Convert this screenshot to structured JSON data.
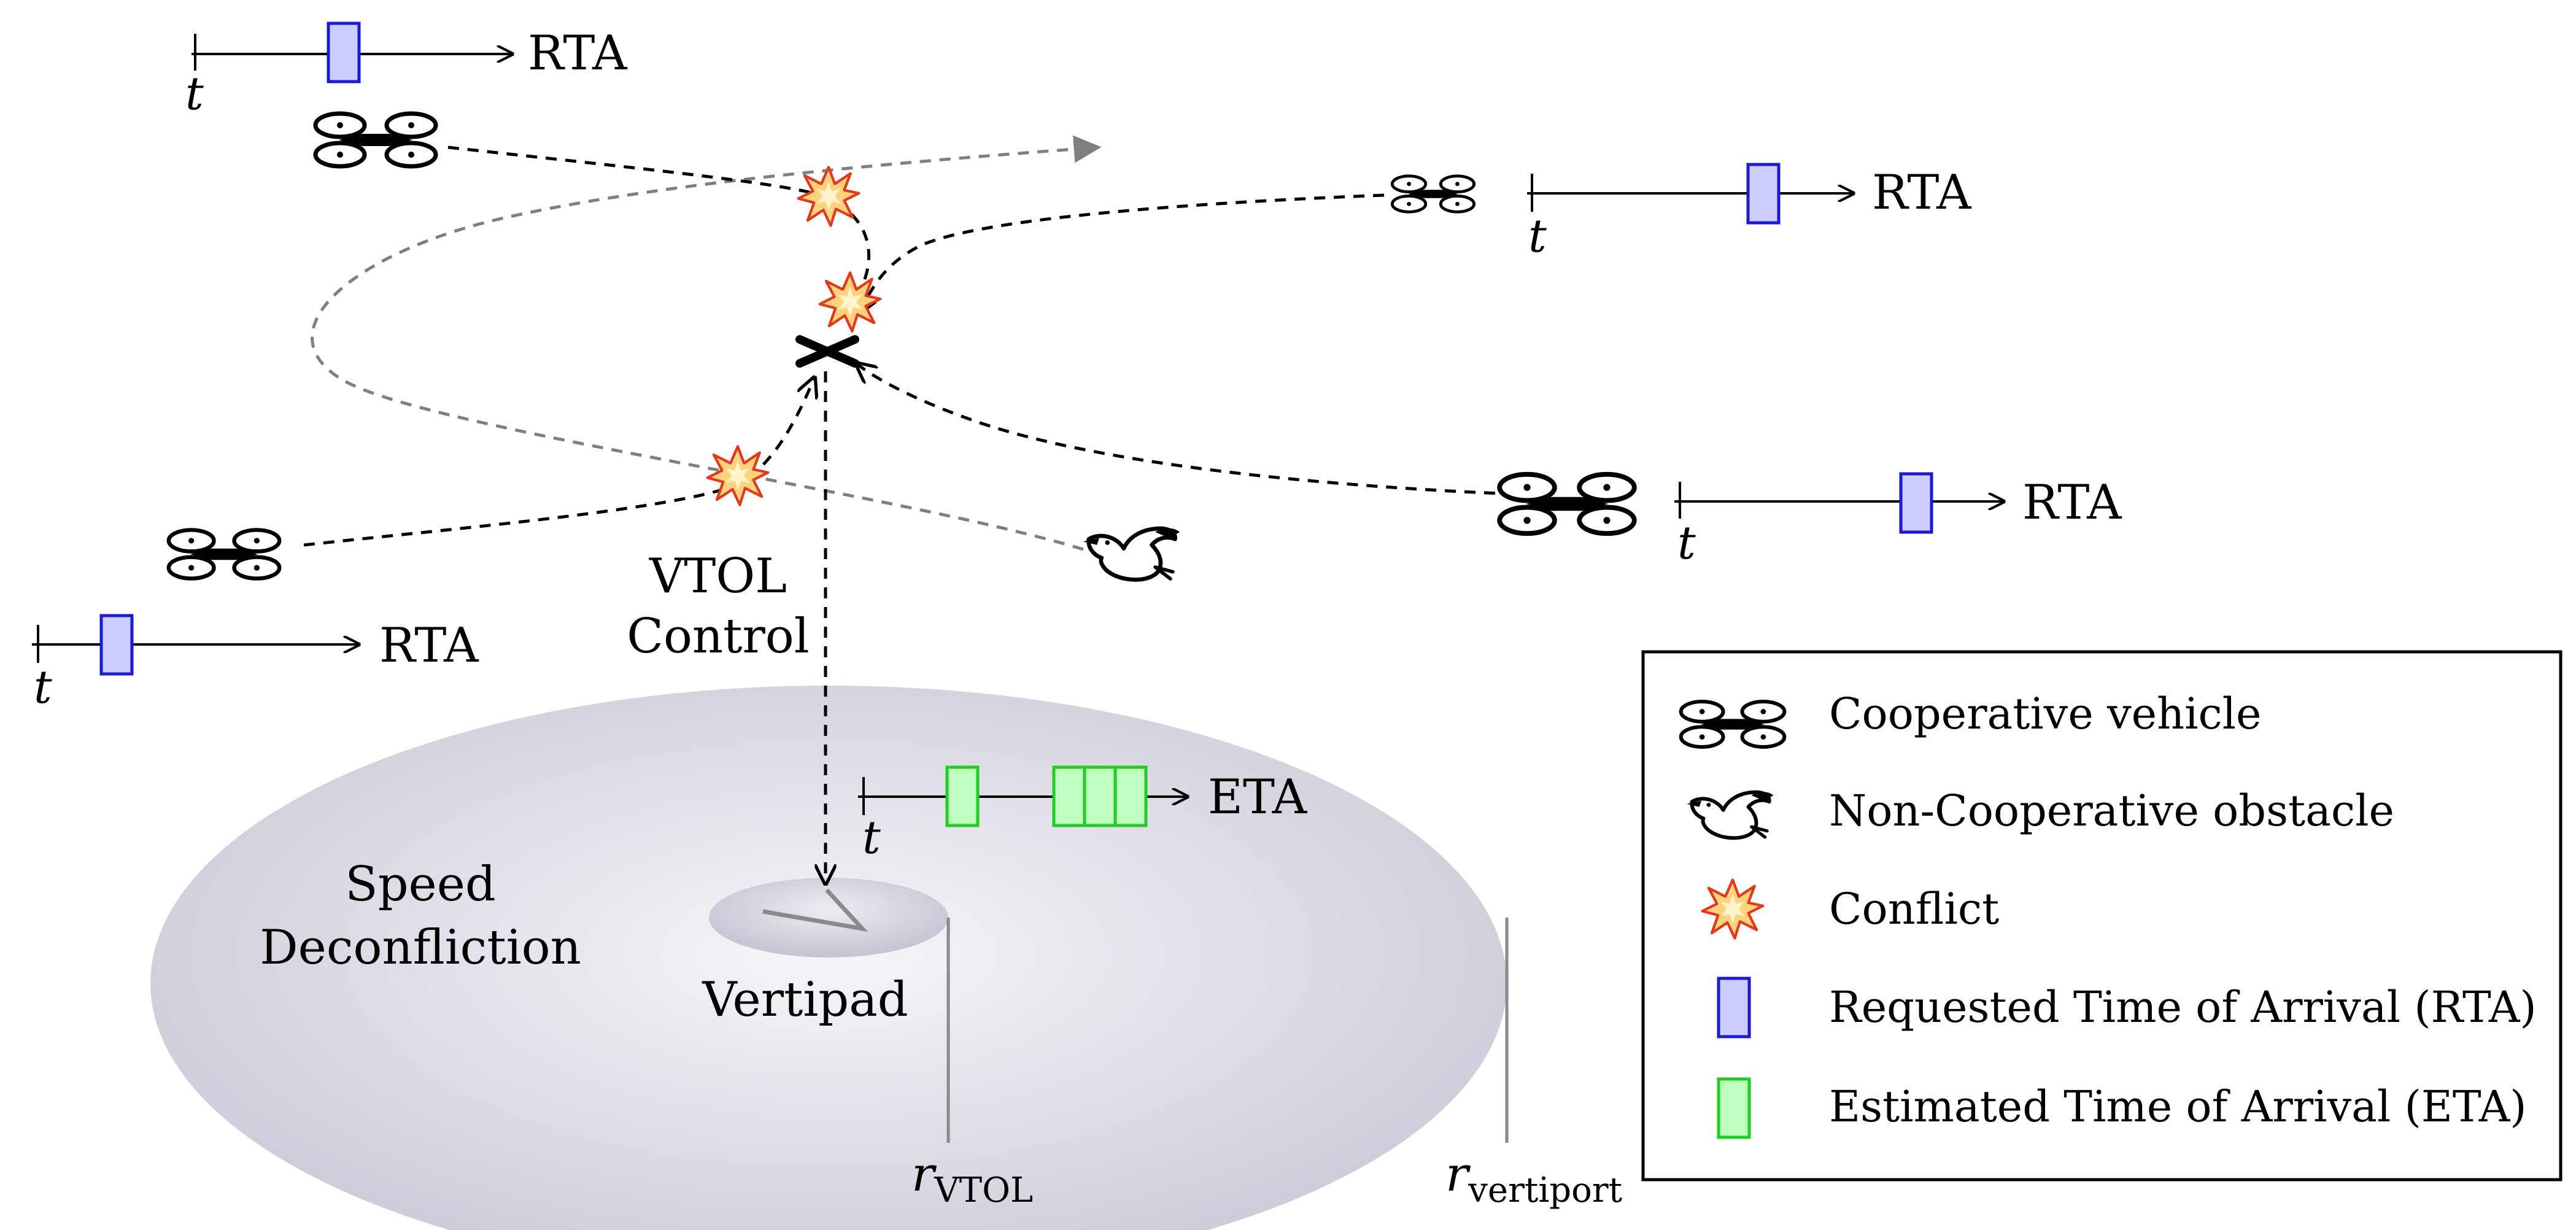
{
  "colors": {
    "rta_fill": "#ccccff",
    "rta_stroke": "#1a1ad0",
    "eta_fill": "#bfffbf",
    "eta_stroke": "#22cc22",
    "conflict_fill": "#ffd27f",
    "conflict_stroke": "#e03a1a",
    "gray_path": "#7f7f7f",
    "vertiport_fill": "#d8d8e2"
  },
  "icons": {
    "vehicle": "quadcopter-icon",
    "obstacle": "bird-icon",
    "conflict": "explosion-icon",
    "target": "cross-marker-icon",
    "vertipad_marker": "check-mark-icon"
  },
  "timelines": {
    "t_symbol": "t",
    "rta_label": "RTA",
    "eta_label": "ETA"
  },
  "labels": {
    "vtol_control_line1": "VTOL",
    "vtol_control_line2": "Control",
    "speed_line1": "Speed",
    "speed_line2": "Deconfliction",
    "vertipad": "Vertipad",
    "r_symbol": "r",
    "r_vtol_sub": "VTOL",
    "r_vertiport_sub": "vertiport"
  },
  "legend": {
    "items": [
      {
        "icon": "quadcopter-icon",
        "label": "Cooperative vehicle"
      },
      {
        "icon": "bird-icon",
        "label": "Non-Cooperative obstacle"
      },
      {
        "icon": "explosion-icon",
        "label": "Conflict"
      },
      {
        "icon": "rta-box-icon",
        "label": "Requested Time of Arrival (RTA)"
      },
      {
        "icon": "eta-box-icon",
        "label": "Estimated Time of Arrival (ETA)"
      }
    ]
  }
}
